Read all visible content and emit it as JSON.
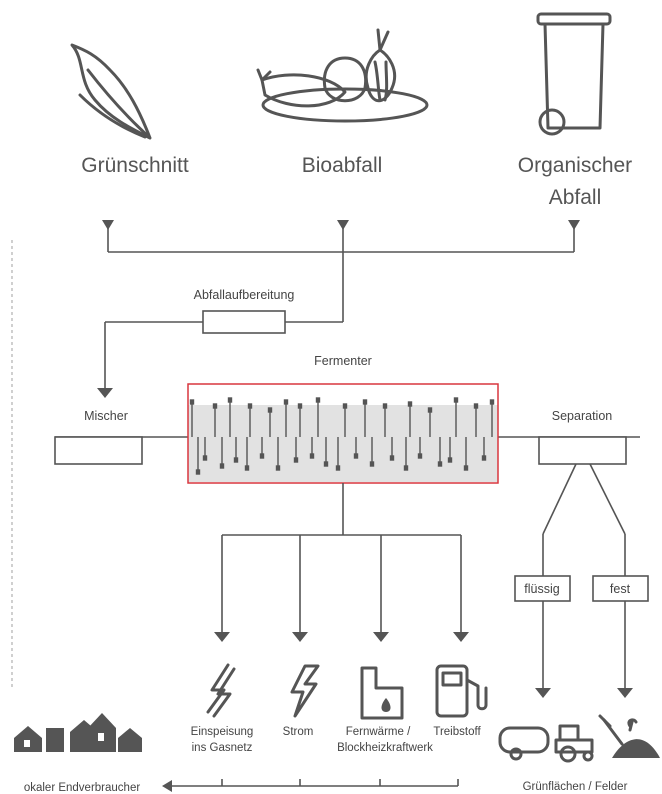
{
  "inputs": {
    "gruenschnitt": "Grünschnitt",
    "bioabfall": "Bioabfall",
    "organisch_line1": "Organischer",
    "organisch_line2": "Abfall"
  },
  "process": {
    "abfallaufbereitung": "Abfallaufbereitung",
    "fermenter": "Fermenter",
    "mischer": "Mischer",
    "separation": "Separation",
    "fluessig": "flüssig",
    "fest": "fest"
  },
  "outputs": {
    "einspeisung_line1": "Einspeisung",
    "einspeisung_line2": "ins Gasnetz",
    "strom": "Strom",
    "fernwaerme": "Fernwärme /",
    "treibstoff": "Treibstoff",
    "blockheiz": "Blockheizkraftwerk",
    "endverbraucher": "okaler Endverbraucher",
    "gruenflaechen": "Grünflächen / Felder"
  },
  "colors": {
    "line": "#555555",
    "fermenter_border": "#d9363e",
    "fermenter_fill": "#e4e4e4"
  }
}
